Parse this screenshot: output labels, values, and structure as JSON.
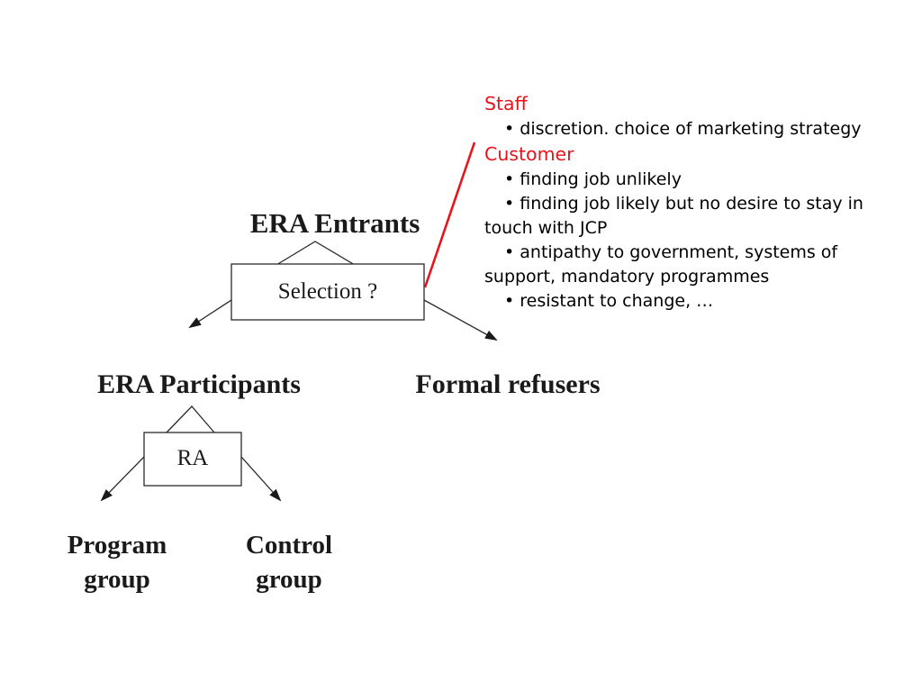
{
  "diagram": {
    "entrants_label": "ERA Entrants",
    "selection_label": "Selection ?",
    "participants_label": "ERA Participants",
    "refusers_label": "Formal refusers",
    "ra_label": "RA",
    "program_group_line1": "Program",
    "program_group_line2": "group",
    "control_group_line1": "Control",
    "control_group_line2": "group",
    "callout_color": "#e8141b"
  },
  "notes": {
    "staff_heading": "Staff",
    "staff_items": [
      "discretion. choice of marketing strategy"
    ],
    "customer_heading": "Customer",
    "customer_items": [
      {
        "line1": "finding job unlikely",
        "line2": ""
      },
      {
        "line1": "finding job likely but no desire to stay in",
        "line2": "touch with JCP"
      },
      {
        "line1": "antipathy to government, systems of",
        "line2": "support, mandatory programmes"
      },
      {
        "line1": "resistant to change, …",
        "line2": ""
      }
    ],
    "bullet": "•",
    "heading_color": "#e8141b"
  }
}
